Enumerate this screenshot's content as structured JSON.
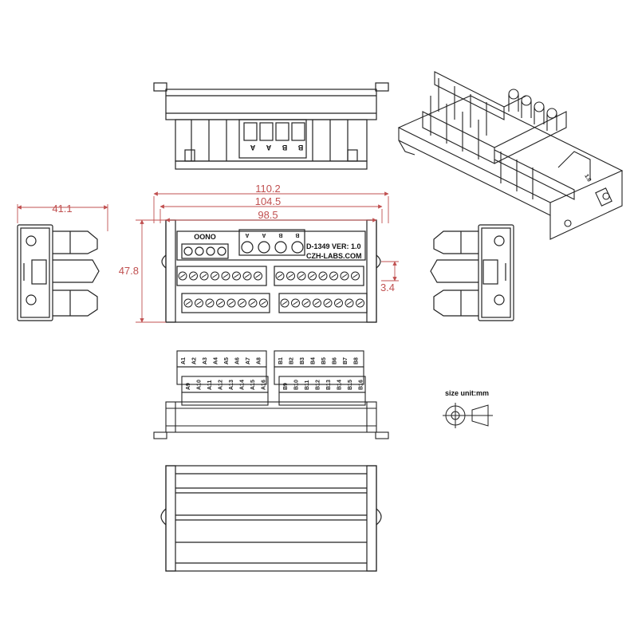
{
  "dimensions": {
    "width_overall": "110.2",
    "width_mid": "104.5",
    "width_inner": "98.5",
    "height": "47.8",
    "depth": "41.1",
    "small": "3.4"
  },
  "board": {
    "logo": "OONO",
    "model": "D-1349 VER: 1.0",
    "site": "CZH-LABS.COM",
    "pin_header": [
      "A",
      "A",
      "B",
      "B"
    ]
  },
  "top_view": {
    "header_letters": [
      "A",
      "A",
      "B",
      "B"
    ]
  },
  "labels": {
    "row_a_top": [
      "A1",
      "A2",
      "A3",
      "A4",
      "A5",
      "A6",
      "A7",
      "A8"
    ],
    "row_b_top": [
      "B1",
      "B2",
      "B3",
      "B4",
      "B5",
      "B6",
      "B7",
      "B8"
    ],
    "row_a_bottom": [
      "A9",
      "A10",
      "A11",
      "A12",
      "A13",
      "A14",
      "A15",
      "A16"
    ],
    "row_b_bottom": [
      "B9",
      "B10",
      "B11",
      "B12",
      "B13",
      "B14",
      "B15",
      "B16"
    ]
  },
  "legend": {
    "unit": "size unit:mm"
  },
  "iso": {
    "mini_text": "1.0"
  },
  "colors": {
    "dimension": "#c05050",
    "line": "#222222"
  }
}
